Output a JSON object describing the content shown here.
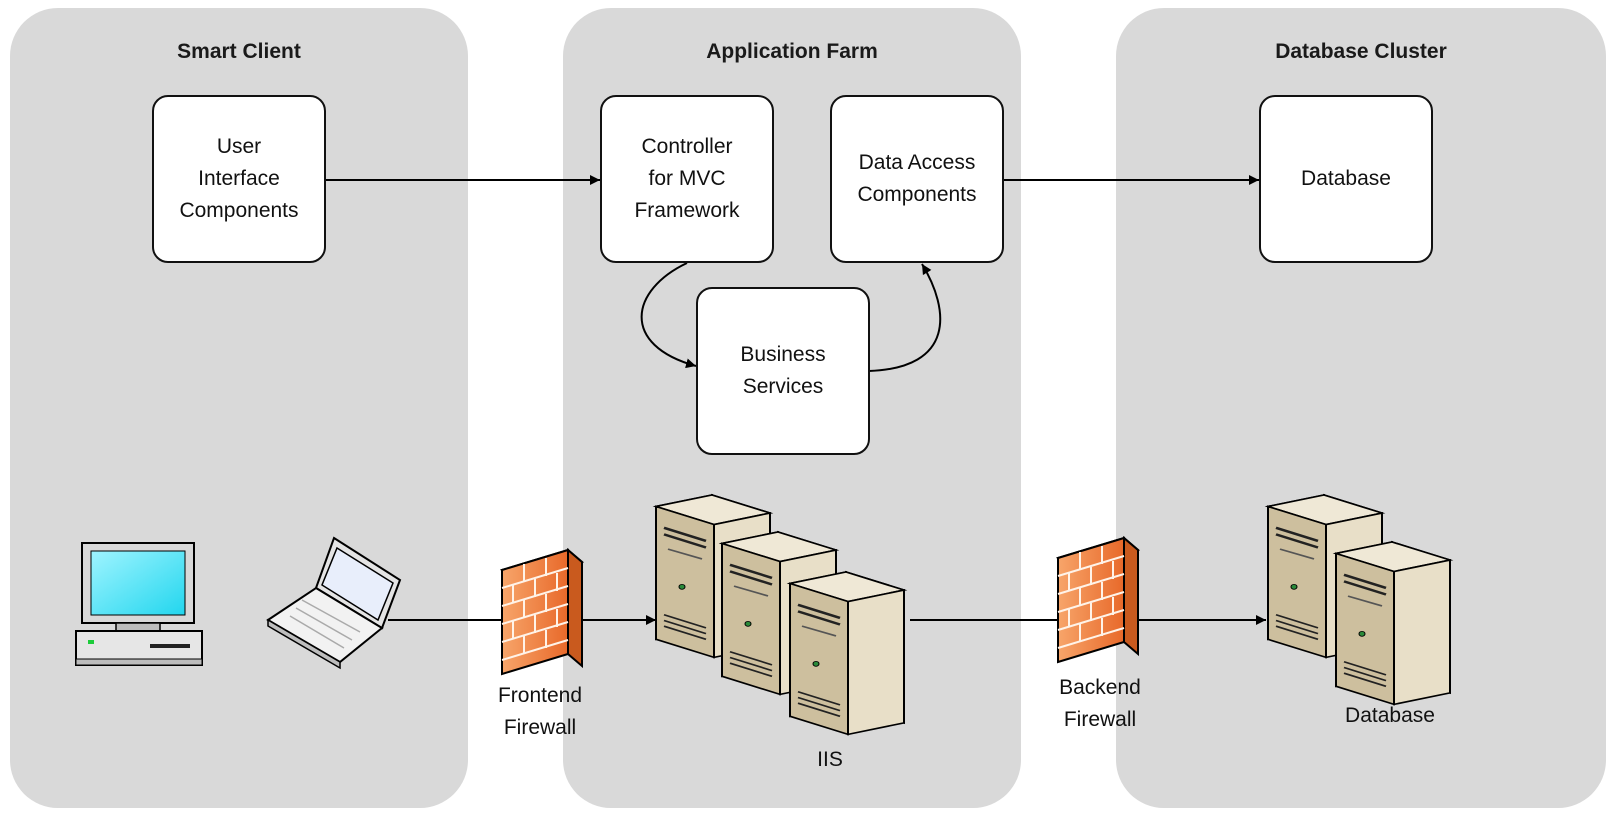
{
  "lanes": {
    "smart_client": "Smart Client",
    "application_farm": "Application Farm",
    "database_cluster": "Database Cluster"
  },
  "boxes": {
    "ui_components": "User\nInterface\nComponents",
    "controller": "Controller\nfor MVC\nFramework",
    "data_access": "Data Access\nComponents",
    "business_services": "Business\nServices",
    "database": "Database"
  },
  "captions": {
    "frontend_firewall": "Frontend\nFirewall",
    "backend_firewall": "Backend\nFirewall",
    "iis": "IIS",
    "database_servers": "Database"
  },
  "icons": [
    "desktop-computer-icon",
    "laptop-icon",
    "firewall-icon",
    "server-icon"
  ],
  "colors": {
    "lane_bg": "#d9d9d9",
    "firewall": "#f07a36",
    "server": "#e8dfc8",
    "monitor_screen": "#3fe0f4"
  }
}
